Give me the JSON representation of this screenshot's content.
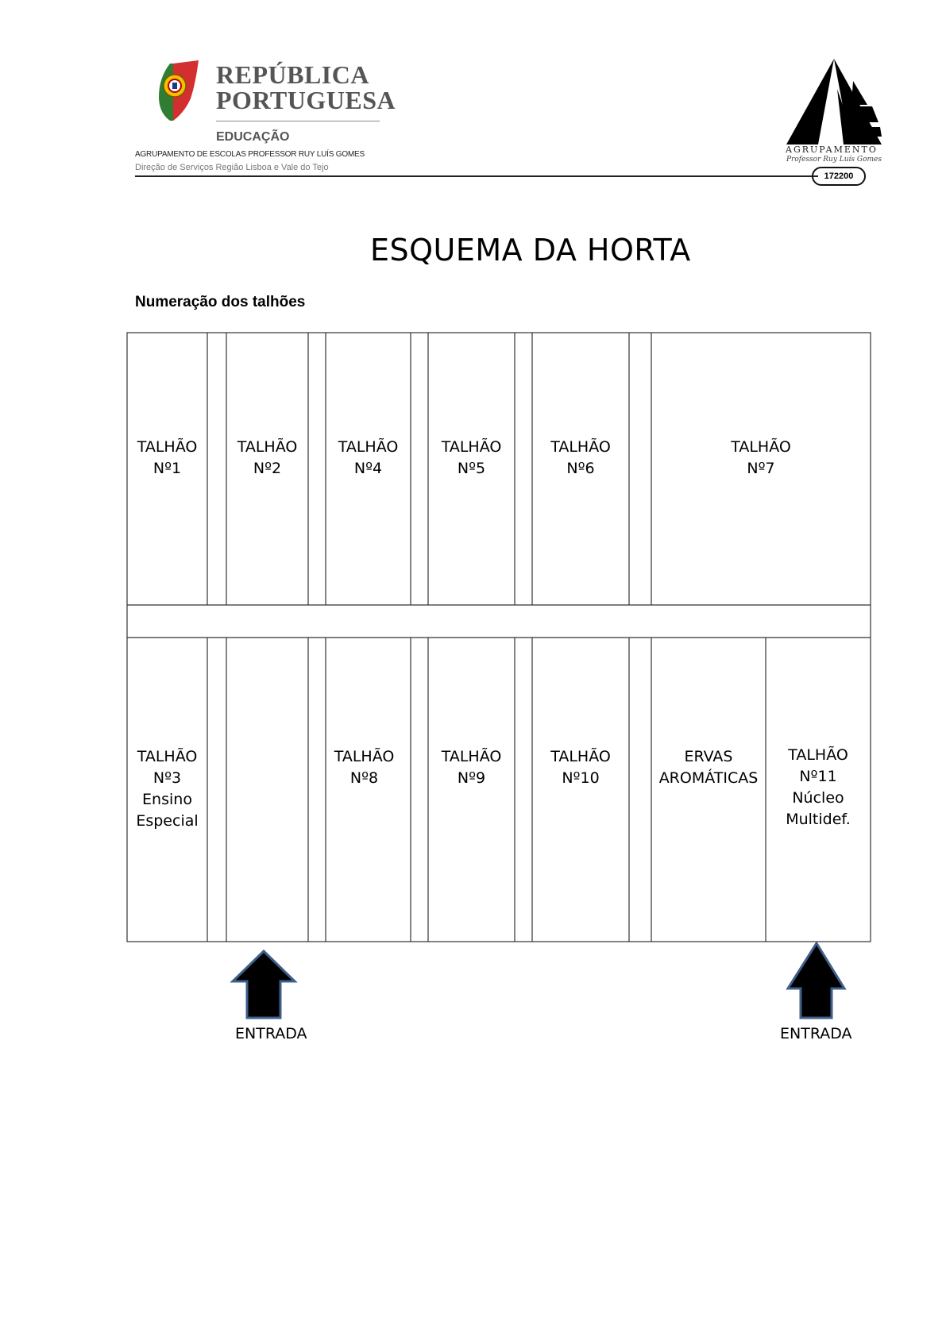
{
  "header": {
    "logo_line1": "REPÚBLICA",
    "logo_line2": "PORTUGUESA",
    "logo_ministry": "EDUCAÇÃO",
    "school_name": "AGRUPAMENTO DE ESCOLAS PROFESSOR RUY LUÍS GOMES",
    "direcao": "Direção de Serviços Região Lisboa e Vale do Tejo",
    "agrup_word": "AGRUPAMENTO",
    "agrup_sub": "Professor Ruy Luís Gomes",
    "school_code": "172200"
  },
  "doc": {
    "title": "ESQUEMA DA HORTA",
    "subtitle": "Numeração dos talhões"
  },
  "plots": {
    "p1": "TALHÃO\nNº1",
    "p2": "TALHÃO\nNº2",
    "p4": "TALHÃO\nNº4",
    "p5": "TALHÃO\nNº5",
    "p6": "TALHÃO\nNº6",
    "p7": "TALHÃO\nNº7",
    "p3": "TALHÃO\nNº3\nEnsino\nEspecial",
    "p8": "TALHÃO\nNº8",
    "p9": "TALHÃO\nNº9",
    "p10": "TALHÃO\nNº10",
    "herbs": "ERVAS\nAROMÁTICAS",
    "p11": "TALHÃO\nNº11\nNúcleo\nMultidef."
  },
  "entrances": {
    "left": "ENTRADA",
    "right": "ENTRADA"
  },
  "colors": {
    "logo_green": "#2e7d32",
    "logo_red": "#d32f2f",
    "arrow_fill": "#000000",
    "arrow_stroke": "#3d5f8a"
  }
}
